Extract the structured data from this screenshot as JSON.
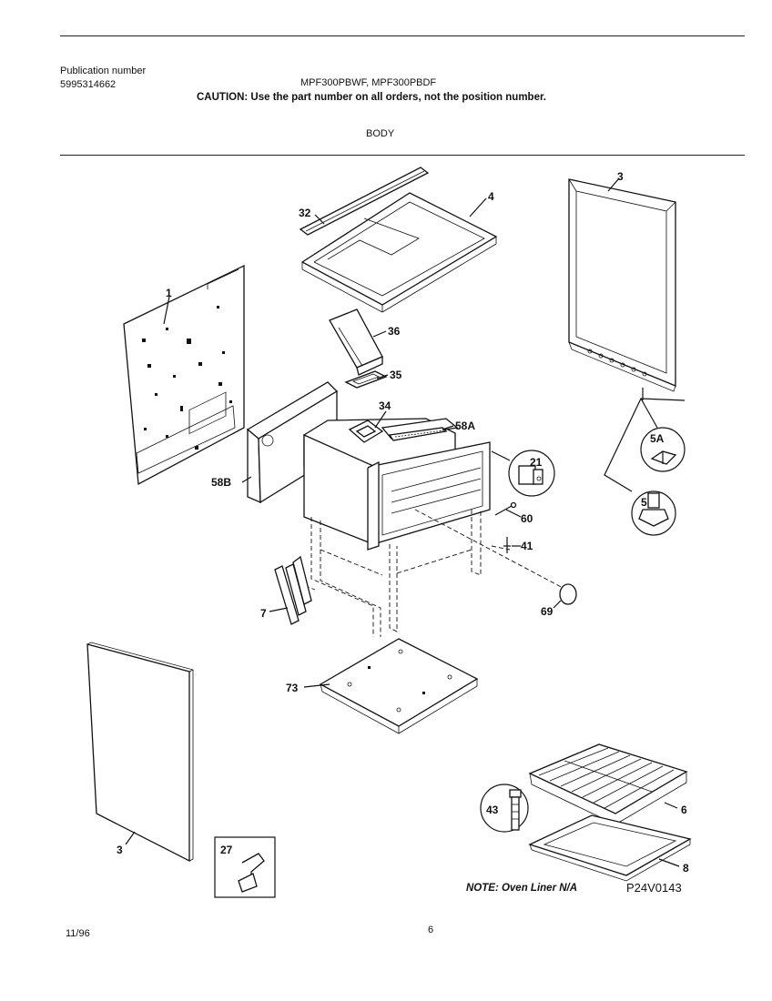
{
  "header": {
    "publication_label": "Publication number",
    "publication_number": "5995314662",
    "models": "MPF300PBWF, MPF300PBDF",
    "caution": "CAUTION:  Use the part number on all orders, not the position number.",
    "section_title": "BODY"
  },
  "callouts": {
    "c32": "32",
    "c4": "4",
    "c3_top": "3",
    "c1": "1",
    "c36": "36",
    "c35": "35",
    "c34": "34",
    "c58A": "58A",
    "c58B": "58B",
    "c21": "21",
    "c5A": "5A",
    "c5": "5",
    "c60": "60",
    "c41": "41",
    "c7": "7",
    "c69": "69",
    "c73": "73",
    "c3_bottom": "3",
    "c27": "27",
    "c43": "43",
    "c6": "6",
    "c8": "8"
  },
  "note": "NOTE: Oven Liner N/A",
  "diagram_id": "P24V0143",
  "footer": {
    "date": "11/96",
    "page": "6"
  }
}
